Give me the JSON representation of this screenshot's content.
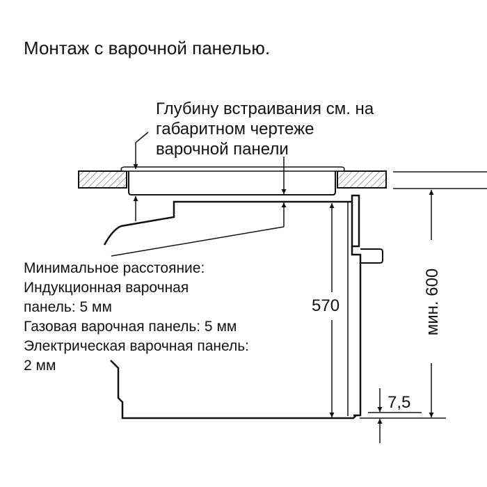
{
  "title": "Монтаж с варочной панелью.",
  "depth_note": [
    "Глубину встраивания см. на",
    "габаритном чертеже",
    "варочной панели"
  ],
  "min_distance": {
    "heading": "Минимальное расстояние:",
    "lines": [
      "Индукционная варочная",
      "панель: 5 мм",
      "Газовая варочная панель: 5 мм",
      "Электрическая варочная панель:",
      "2 мм"
    ]
  },
  "dimensions": {
    "oven_height": "570",
    "min_niche": "мин. 600",
    "gap": "7,5"
  }
}
